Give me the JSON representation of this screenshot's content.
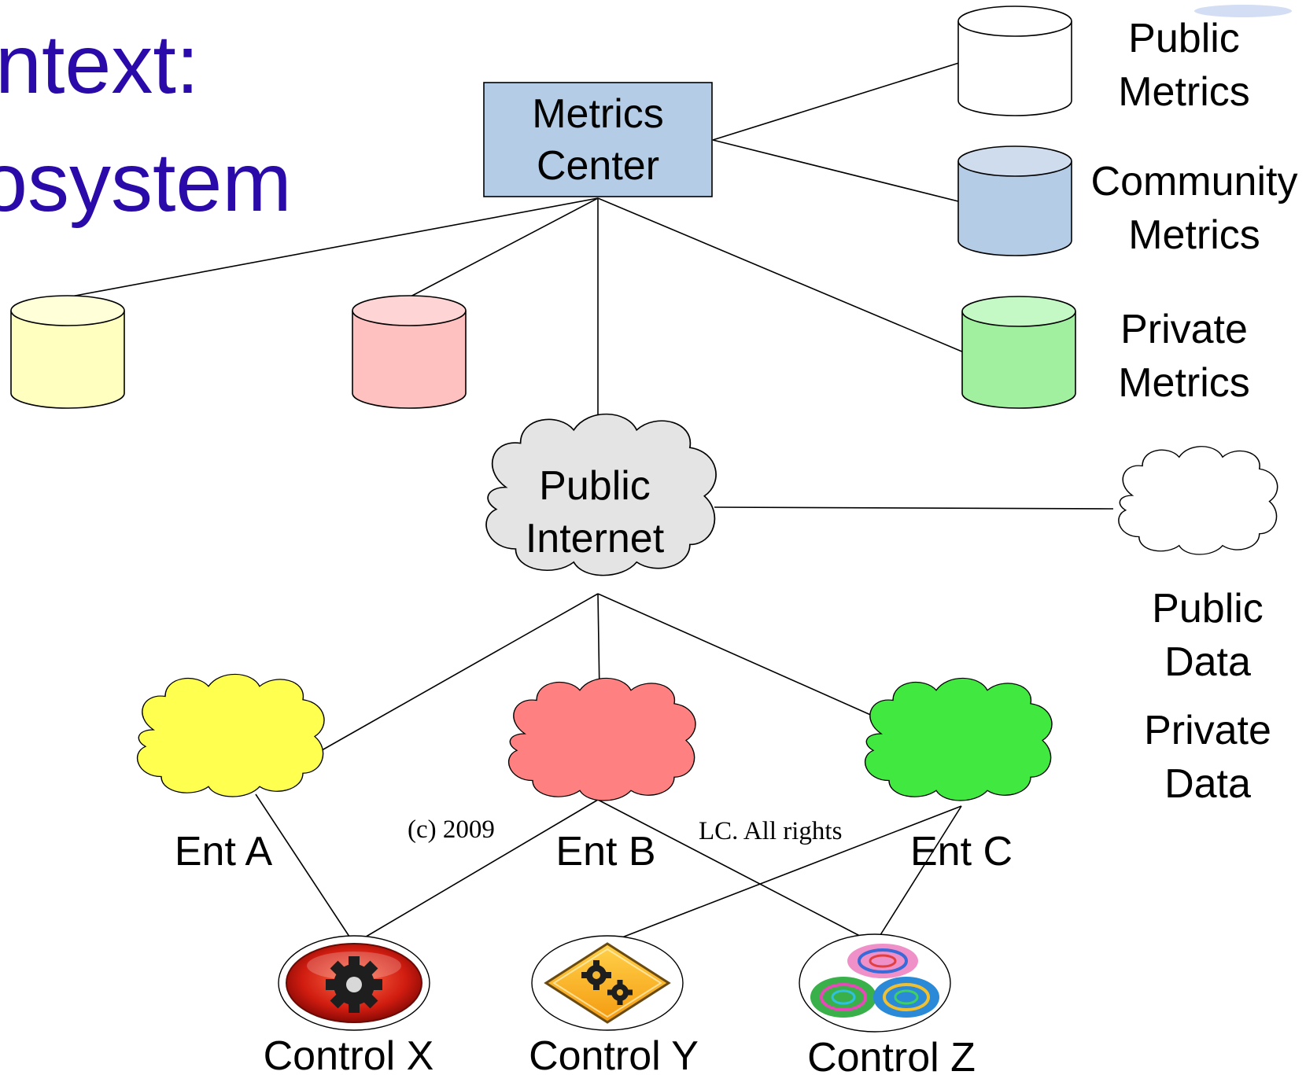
{
  "title": {
    "line1": "ntext:",
    "line2": "osystem"
  },
  "metrics_center": {
    "line1": "Metrics",
    "line2": "Center"
  },
  "stores": {
    "public": {
      "line1": "Public",
      "line2": "Metrics"
    },
    "community": {
      "line1": "Community",
      "line2": "Metrics"
    },
    "private": {
      "line1": "Private",
      "line2": "Metrics"
    }
  },
  "internet": {
    "line1": "Public",
    "line2": "Internet"
  },
  "legend": {
    "public_data": {
      "line1": "Public",
      "line2": "Data"
    },
    "private_data": {
      "line1": "Private",
      "line2": "Data"
    }
  },
  "enterprises": {
    "a": "Ent A",
    "b": "Ent B",
    "c": "Ent C"
  },
  "controls": {
    "x": "Control X",
    "y": "Control Y",
    "z": "Control Z"
  },
  "copyright": {
    "part1": "(c) 2009",
    "part2": "LC.  All rights"
  },
  "colors": {
    "title": "#2a0aa8",
    "metrics_center_fill": "#b4cce6",
    "public_store_fill": "#ffffff",
    "community_store_fill": "#b4cce6",
    "private_store_fill": "#a0f0a0",
    "yellow_store_fill": "#ffffc0",
    "pink_store_fill": "#ffc0c0",
    "internet_fill": "#e4e4e4",
    "ent_a_fill": "#ffff50",
    "ent_b_fill": "#ff8080",
    "ent_c_fill": "#40e840"
  },
  "icons": {
    "control_x": "gear-icon",
    "control_y": "gears-warning-icon",
    "control_z": "swirl-circles-icon"
  }
}
